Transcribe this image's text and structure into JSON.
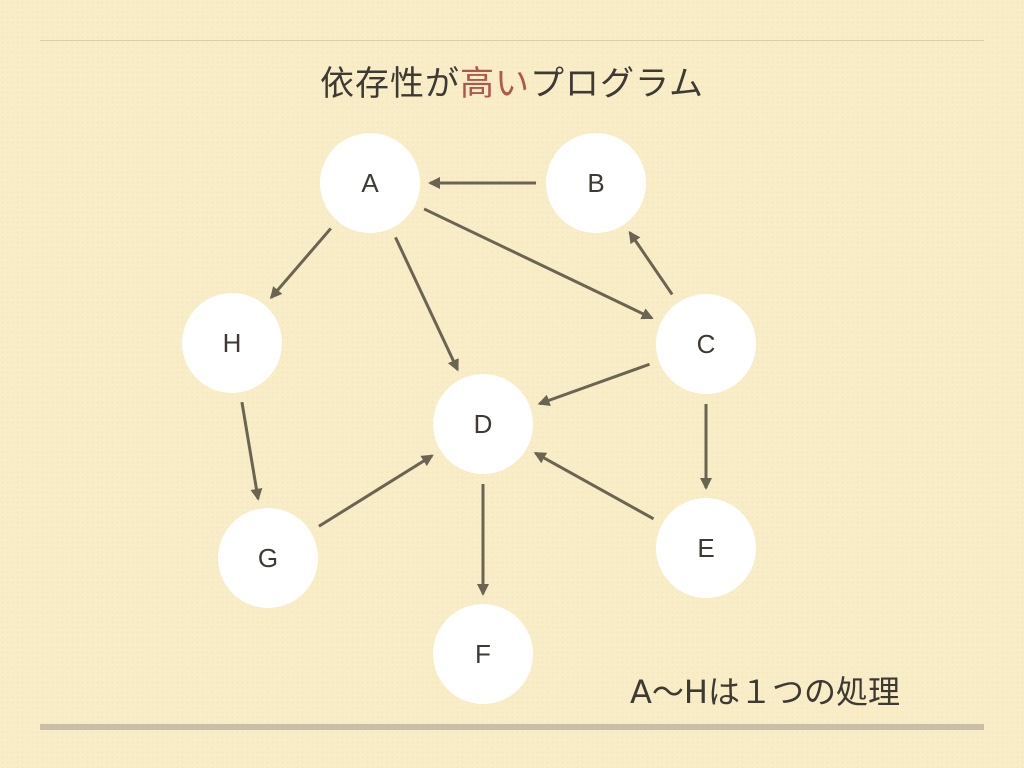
{
  "title": {
    "before": "依存性が",
    "highlight": "高い",
    "after": "プログラム"
  },
  "caption": "A〜Hは１つの処理",
  "colors": {
    "background": "#f8edc6",
    "node_fill": "#ffffff",
    "arrow": "#6b6453",
    "highlight": "#b1564a",
    "text": "#3e3a33"
  },
  "nodes": [
    {
      "id": "A",
      "label": "A"
    },
    {
      "id": "B",
      "label": "B"
    },
    {
      "id": "C",
      "label": "C"
    },
    {
      "id": "D",
      "label": "D"
    },
    {
      "id": "E",
      "label": "E"
    },
    {
      "id": "F",
      "label": "F"
    },
    {
      "id": "G",
      "label": "G"
    },
    {
      "id": "H",
      "label": "H"
    }
  ],
  "edges": [
    {
      "from": "A",
      "to": "H"
    },
    {
      "from": "A",
      "to": "D"
    },
    {
      "from": "A",
      "to": "C"
    },
    {
      "from": "B",
      "to": "A"
    },
    {
      "from": "C",
      "to": "B"
    },
    {
      "from": "C",
      "to": "D"
    },
    {
      "from": "C",
      "to": "E"
    },
    {
      "from": "E",
      "to": "D"
    },
    {
      "from": "D",
      "to": "F"
    },
    {
      "from": "G",
      "to": "D"
    },
    {
      "from": "H",
      "to": "G"
    }
  ]
}
